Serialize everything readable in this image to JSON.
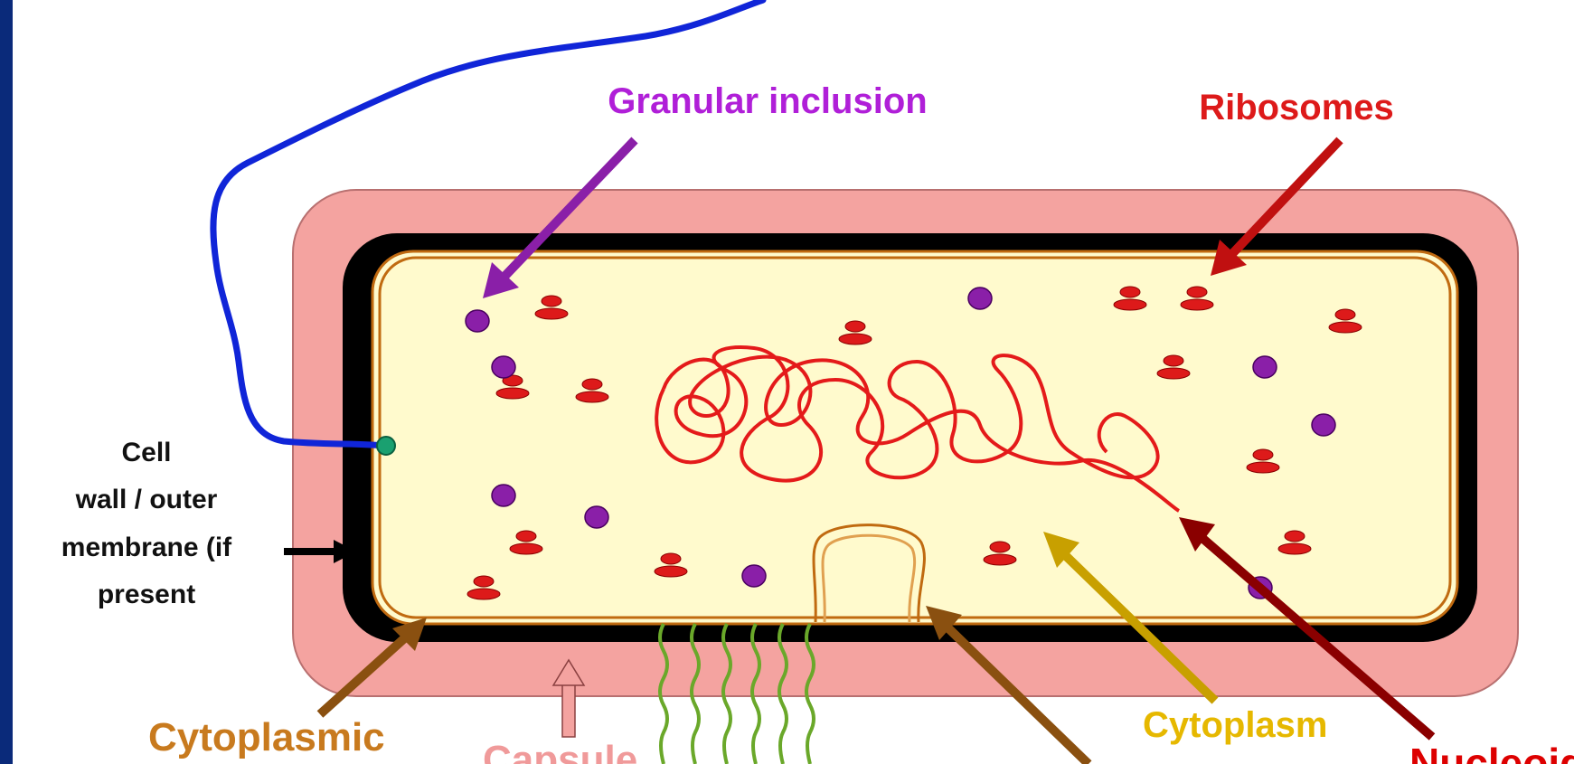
{
  "labels": {
    "granular_inclusion": "Granular inclusion",
    "ribosomes": "Ribosomes",
    "cell_wall_line1": "Cell",
    "cell_wall_line2": "wall / outer",
    "cell_wall_line3": "membrane (if",
    "cell_wall_line4": "present",
    "cytoplasmic": "Cytoplasmic",
    "capsule": "Capsule",
    "cytoplasm": "Cytoplasm",
    "nucleoid": "Nucleoid"
  },
  "colors": {
    "frame": "#0a2a7a",
    "capsule_fill": "#f4a3a0",
    "cell_wall": "#000000",
    "membrane": "#c06a10",
    "cytoplasm_fill": "#fffacd",
    "ribosome": "#dd1a1a",
    "granule": "#8a1fa8",
    "dna": "#e41a1a",
    "flagellum": "#1025d8",
    "pili": "#6aa82a",
    "label_granular": "#b01fd8",
    "label_ribosomes": "#dd1a1a",
    "label_cytoplasmic": "#c87a1e",
    "label_capsule": "#f09a9a",
    "label_cytoplasm": "#e6b800",
    "label_nucleoid": "#dd0000"
  }
}
